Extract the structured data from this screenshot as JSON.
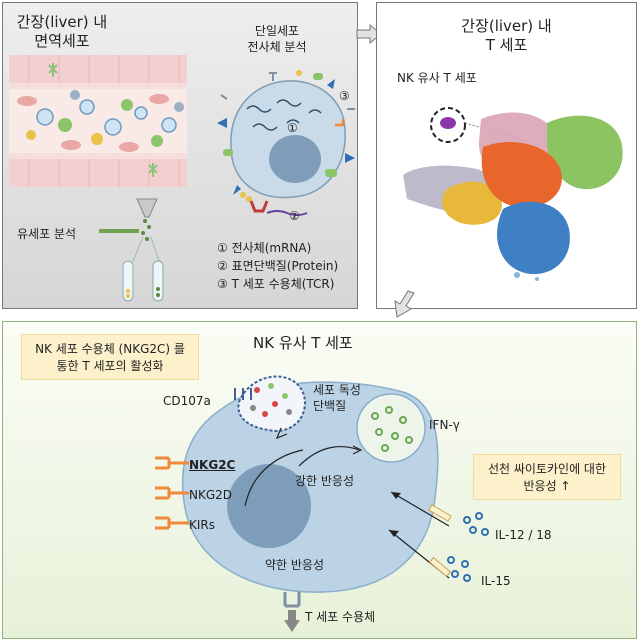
{
  "panel1": {
    "title_line1": "간장(liver) 내",
    "title_line2": "면역세포",
    "label_flow": "유세포 분석",
    "label_single_cell_line1": "단일세포",
    "label_single_cell_line2": "전사체 분석",
    "marker_1": "①",
    "marker_2": "②",
    "marker_3": "③",
    "legend_1": "① 전사체(mRNA)",
    "legend_2": "② 표면단백질(Protein)",
    "legend_3": "③ T 세포 수용체(TCR)"
  },
  "panel2": {
    "title_line1": "간장(liver) 내",
    "title_line2": "T 세포",
    "cluster_label": "NK 유사 T 세포"
  },
  "panel3": {
    "title": "NK 유사 T 세포",
    "box_left_line1": "NK 세포 수용체 (NKG2C) 를",
    "box_left_line2": "통한 T 세포의 활성화",
    "box_right_line1": "선천 싸이토카인에 대한",
    "box_right_line2": "반응성 ↑",
    "cd107a": "CD107a",
    "granule_line1": "세포 독성",
    "granule_line2": "단백질",
    "ifn": "IFN-γ",
    "nkg2c": "NKG2C",
    "nkg2d": "NKG2D",
    "kirs": "KIRs",
    "strong": "강한 반응성",
    "weak": "약한 반응성",
    "il12": "IL-12 / 18",
    "il15": "IL-15",
    "tcr": "T 세포 수용체"
  }
}
